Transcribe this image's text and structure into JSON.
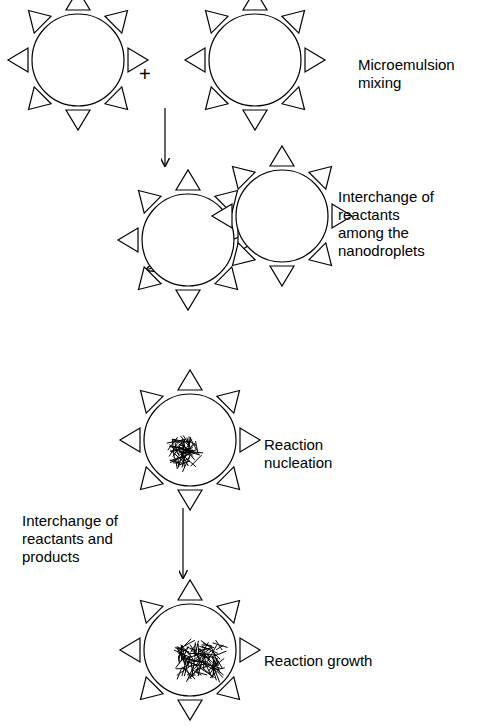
{
  "diagram": {
    "labels": [
      "+",
      "Microemulsion mixing",
      "Interchange of reactants among the nanodroplets",
      "Reaction nucleation",
      "Interchange of reactants and products",
      "Reaction growth"
    ]
  }
}
